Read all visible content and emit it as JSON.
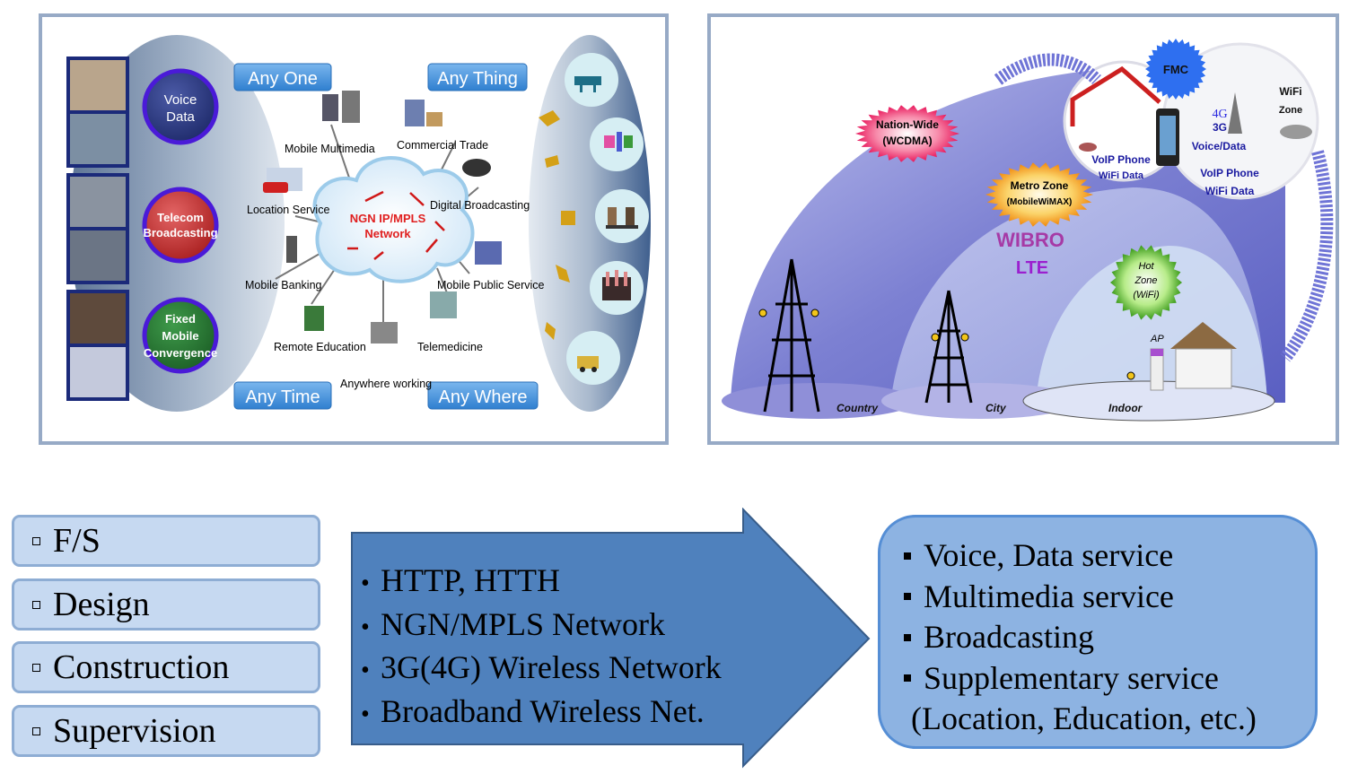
{
  "left_diagram": {
    "service_circles": [
      {
        "label_lines": [
          "Voice",
          "Data"
        ],
        "color": "#2c3a7e"
      },
      {
        "label_lines": [
          "Telecom",
          "Broadcasting"
        ],
        "color": "#c0302f"
      },
      {
        "label_lines": [
          "Fixed",
          "Mobile",
          "Convergence"
        ],
        "color": "#2a7a34"
      }
    ],
    "corner_badges": {
      "top_left": "Any One",
      "top_right": "Any Thing",
      "bottom_left": "Any Time",
      "bottom_right": "Any Where"
    },
    "cloud_label_lines": [
      "NGN IP/MPLS",
      "Network"
    ],
    "services": [
      "Mobile Multimedia",
      "Commercial Trade",
      "Location Service",
      "Digital Broadcasting",
      "Mobile Banking",
      "Mobile Public Service",
      "Remote Education",
      "Telemedicine",
      "Anywhere working"
    ],
    "thing_icons": [
      "cow-icon",
      "shopping-icon",
      "meeting-icon",
      "factory-icon",
      "vehicle-icon"
    ],
    "colors": {
      "badge": "#4a90d9",
      "ellipse": "#7f97b8",
      "photo_frame": "#1b2a7a",
      "cloud_label": "#e02020",
      "gold_arrows": "#d4a017"
    }
  },
  "right_diagram": {
    "zones": [
      {
        "label_lines": [
          "Nation-Wide",
          "(WCDMA)"
        ],
        "color": "#f0386e"
      },
      {
        "label_lines": [
          "Metro Zone",
          "(MobileWiMAX)"
        ],
        "color": "#f7a21b"
      },
      {
        "label_lines": [
          "Hot",
          "Zone",
          "(WiFi)"
        ],
        "color": "#7ccf3a"
      },
      {
        "label_lines": [
          "FMC"
        ],
        "color": "#2e6ff0"
      }
    ],
    "tech_labels": {
      "wibro": "WIBRO",
      "lte": "LTE"
    },
    "ground_labels": [
      "Country",
      "City",
      "Indoor"
    ],
    "ap_label": "AP",
    "home_texts": [
      "VoIP Phone",
      "WiFi Data"
    ],
    "outdoor_texts": {
      "g4": "4G",
      "g3": "3G",
      "voice_data": "Voice/Data",
      "voip": "VoIP Phone",
      "wifi_data": "WiFi Data",
      "wifi_zone_lines": [
        "WiFi",
        "Zone"
      ]
    },
    "colors": {
      "dome": "#7b7fcf",
      "inner_dome": "#a7b3e5",
      "indoor_dome": "#c8d8ee",
      "wibro": "#a63aa6",
      "lte": "#9b1fcf"
    }
  },
  "scope_list": [
    "F/S",
    "Design",
    "Construction",
    "Supervision"
  ],
  "technology_arrow": {
    "items": [
      "HTTP, HTTH",
      "NGN/MPLS Network",
      "3G(4G) Wireless Network",
      "Broadband Wireless Net."
    ],
    "fill": "#4f81bd"
  },
  "services_box": {
    "items": [
      "Voice, Data service",
      "Multimedia service",
      "Broadcasting",
      "Supplementary service"
    ],
    "continuation": "(Location, Education, etc.)"
  }
}
